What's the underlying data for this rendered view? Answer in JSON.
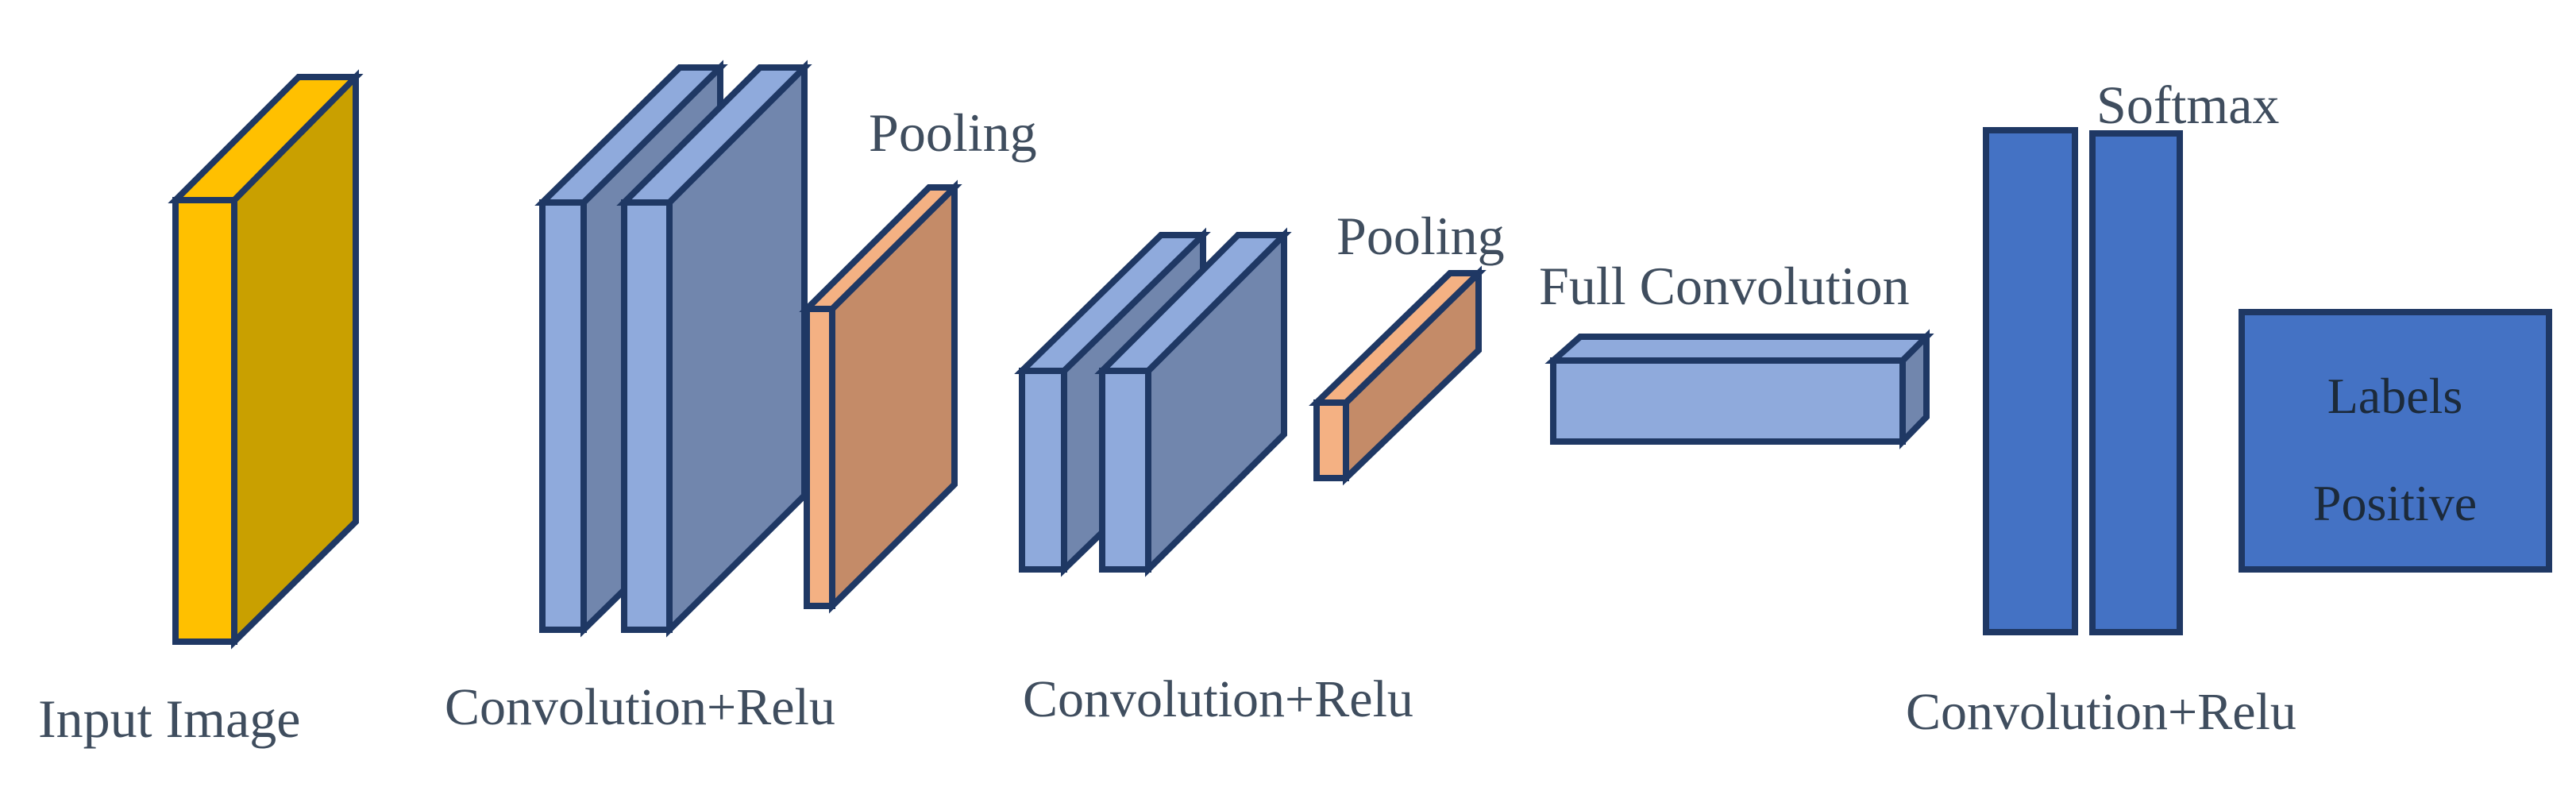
{
  "labels": {
    "input": "Input Image",
    "conv1": "Convolution+Relu",
    "pool1": "Pooling",
    "conv2": "Convolution+Relu",
    "pool2": "Pooling",
    "full_conv": "Full Convolution",
    "softmax": "Softmax",
    "conv3": "Convolution+Relu",
    "output_line1": "Labels",
    "output_line2": "Positive"
  },
  "colors": {
    "input_front": "#ffc000",
    "input_side": "#c9a000",
    "conv_front": "#8faadc",
    "conv_side": "#7186ad",
    "pool_front": "#f4b183",
    "pool_side": "#c48b68",
    "dense": "#4472c4",
    "stroke": "#1f3864"
  }
}
